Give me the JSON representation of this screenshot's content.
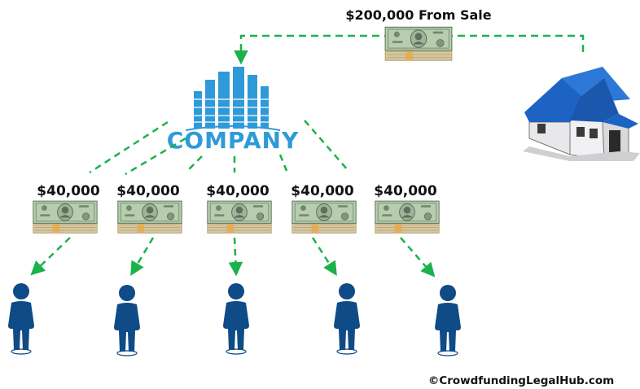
{
  "diagram": {
    "sale_label": "$200,000 From Sale",
    "company_name": "COMPANY",
    "payout_labels": [
      "$40,000",
      "$40,000",
      "$40,000",
      "$40,000",
      "$40,000"
    ],
    "copyright": "©CrowdfundingLegalHub.com"
  },
  "colors": {
    "arrow_green": "#1bb24b",
    "company_blue": "#2f9ad9",
    "person_blue": "#0f4b86",
    "roof_blue": "#1c63c4",
    "money_green": "#8fb58c"
  },
  "icons": {
    "house": "house-icon",
    "company": "company-building-icon",
    "money": "cash-stack-icon",
    "person": "person-icon"
  }
}
